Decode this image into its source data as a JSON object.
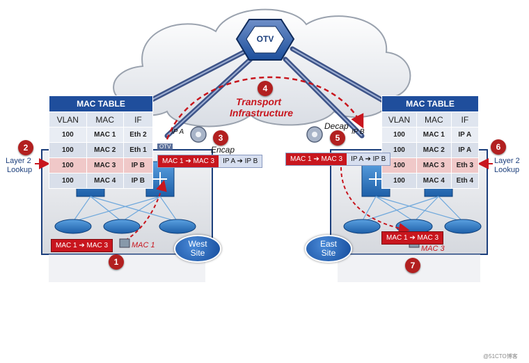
{
  "otv_label": "OTV",
  "transport_label_line1": "Transport",
  "transport_label_line2": "Infrastructure",
  "badge_4": "4",
  "west": {
    "table_title": "MAC TABLE",
    "headers": [
      "VLAN",
      "MAC",
      "IF"
    ],
    "rows": [
      [
        "100",
        "MAC 1",
        "Eth 2"
      ],
      [
        "100",
        "MAC 2",
        "Eth 1"
      ],
      [
        "100",
        "MAC 3",
        "IP B"
      ],
      [
        "100",
        "MAC 4",
        "IP B"
      ]
    ],
    "highlight_row": 2,
    "lookup_badge": "2",
    "lookup_label_line1": "Layer 2",
    "lookup_label_line2": "Lookup",
    "encap_badge": "3",
    "encap_label": "Encap",
    "ip_label": "IP A",
    "otv_device_label": "OTV",
    "encap_packet_mac": "MAC 1 ➔ MAC 3",
    "encap_packet_ip": "IP A ➔ IP B",
    "host_packet": "MAC 1 ➔ MAC 3",
    "host_badge": "1",
    "host_label": "MAC 1",
    "site_label_line1": "West",
    "site_label_line2": "Site"
  },
  "east": {
    "table_title": "MAC TABLE",
    "headers": [
      "VLAN",
      "MAC",
      "IF"
    ],
    "rows": [
      [
        "100",
        "MAC 1",
        "IP A"
      ],
      [
        "100",
        "MAC 2",
        "IP A"
      ],
      [
        "100",
        "MAC 3",
        "Eth 3"
      ],
      [
        "100",
        "MAC 4",
        "Eth 4"
      ]
    ],
    "highlight_row": 2,
    "lookup_badge": "6",
    "lookup_label_line1": "Layer 2",
    "lookup_label_line2": "Lookup",
    "decap_badge": "5",
    "decap_label": "Decap",
    "ip_label": "IP B",
    "decap_packet_mac": "MAC 1 ➔ MAC 3",
    "decap_packet_ip": "IP A ➔ IP B",
    "host_packet": "MAC 1 ➔ MAC 3",
    "host_badge": "7",
    "host_label": "MAC 3",
    "site_label_line1": "East",
    "site_label_line2": "Site"
  },
  "watermark": "@51CTO博客",
  "colors": {
    "table_header": "#1f4e9c",
    "highlight_row": "#f0c8c8",
    "packet_red": "#c8161e",
    "badge_red": "#b22020",
    "otv_hex": "#1c4f9c",
    "site_blue": "#134a9a"
  }
}
